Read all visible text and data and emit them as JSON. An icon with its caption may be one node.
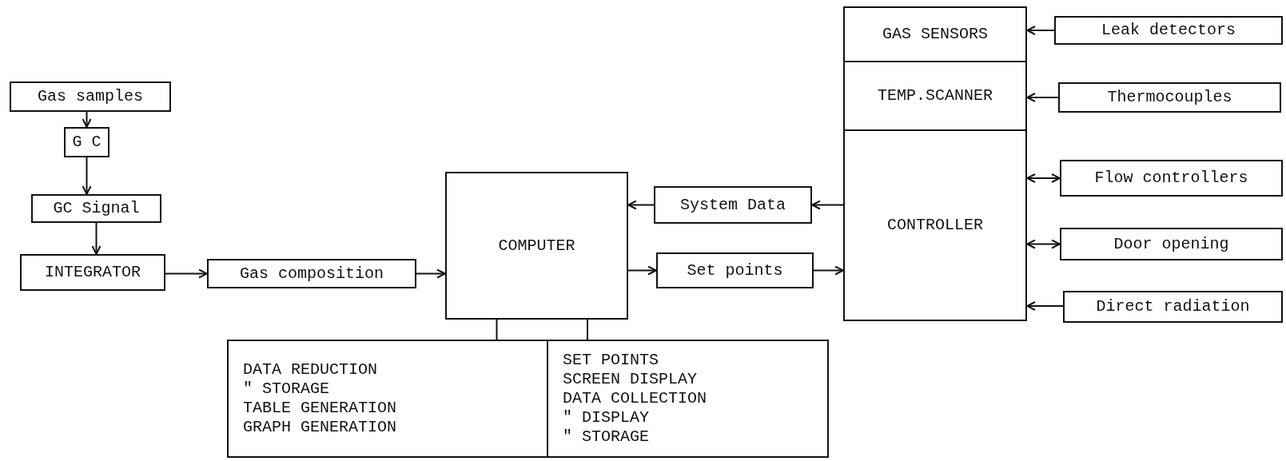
{
  "diagram": {
    "nodes": [
      {
        "text": [
          "Gas samples"
        ]
      },
      {
        "text": [
          "G C"
        ]
      },
      {
        "text": [
          "GC Signal"
        ]
      },
      {
        "text": [
          "INTEGRATOR"
        ]
      },
      {
        "text": [
          "Gas composition"
        ]
      },
      {
        "text": [
          "COMPUTER"
        ]
      },
      {
        "text": [
          "System Data"
        ]
      },
      {
        "text": [
          "Set points"
        ]
      },
      {
        "text": [
          "GAS SENSORS"
        ]
      },
      {
        "text": [
          "TEMP.SCANNER"
        ]
      },
      {
        "text": [
          "CONTROLLER"
        ]
      },
      {
        "text": [
          "Leak detectors"
        ]
      },
      {
        "text": [
          "Thermocouples"
        ]
      },
      {
        "text": [
          "Flow controllers"
        ]
      },
      {
        "text": [
          "Door opening"
        ]
      },
      {
        "text": [
          "Direct radiation"
        ]
      },
      {
        "text": [
          "DATA REDUCTION",
          "\" STORAGE",
          "TABLE GENERATION",
          "GRAPH GENERATION"
        ]
      },
      {
        "text": [
          "SET POINTS",
          "SCREEN DISPLAY",
          "DATA COLLECTION",
          "\" DISPLAY",
          "\" STORAGE"
        ]
      }
    ],
    "edges": [
      {
        "from": 0,
        "to": 1,
        "arrow": "to"
      },
      {
        "from": 1,
        "to": 2,
        "arrow": "to"
      },
      {
        "from": 2,
        "to": 3,
        "arrow": "to"
      },
      {
        "from": 3,
        "to": 4,
        "arrow": "to"
      },
      {
        "from": 4,
        "to": 5,
        "arrow": "to"
      },
      {
        "from": 10,
        "to": 6,
        "arrow": "to"
      },
      {
        "from": 6,
        "to": 5,
        "arrow": "to"
      },
      {
        "from": 5,
        "to": 7,
        "arrow": "to"
      },
      {
        "from": 7,
        "to": 10,
        "arrow": "to"
      },
      {
        "from": 11,
        "to": 8,
        "arrow": "to"
      },
      {
        "from": 12,
        "to": 9,
        "arrow": "to"
      },
      {
        "from": 13,
        "to": 10,
        "arrow": "both"
      },
      {
        "from": 14,
        "to": 10,
        "arrow": "both"
      },
      {
        "from": 15,
        "to": 10,
        "arrow": "to"
      },
      {
        "from": 5,
        "to": 16,
        "arrow": "none"
      },
      {
        "from": 5,
        "to": 17,
        "arrow": "none"
      }
    ]
  }
}
